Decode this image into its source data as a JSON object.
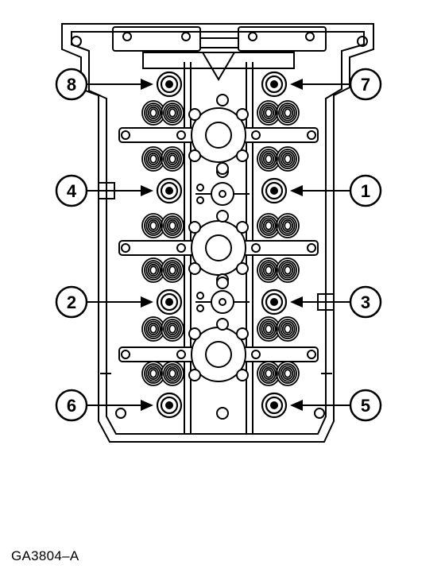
{
  "figure": {
    "caption": "GA3804–A",
    "callouts": [
      {
        "label": "8",
        "side": "left",
        "row": 0
      },
      {
        "label": "7",
        "side": "right",
        "row": 0
      },
      {
        "label": "4",
        "side": "left",
        "row": 1
      },
      {
        "label": "1",
        "side": "right",
        "row": 1
      },
      {
        "label": "2",
        "side": "left",
        "row": 2
      },
      {
        "label": "3",
        "side": "right",
        "row": 2
      },
      {
        "label": "6",
        "side": "left",
        "row": 3
      },
      {
        "label": "5",
        "side": "right",
        "row": 3
      }
    ]
  },
  "colors": {
    "ink": "#000000",
    "paper": "#ffffff"
  }
}
